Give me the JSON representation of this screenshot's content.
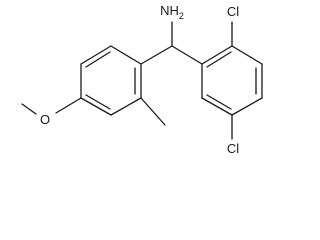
{
  "molecule": {
    "atom_labels": {
      "amine": "NH",
      "amine_subscript": "2",
      "chloro_top": "Cl",
      "chloro_bottom": "Cl",
      "methoxy_oxygen": "O"
    }
  },
  "colors": {
    "bond": "#1a1a1a",
    "text": "#1a1a1a",
    "background": "#ffffff"
  }
}
